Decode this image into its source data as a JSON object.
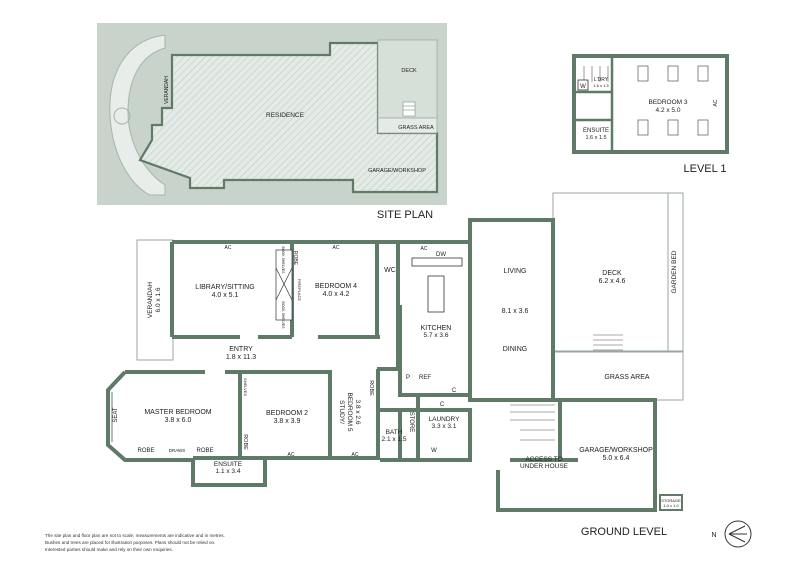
{
  "site_plan": {
    "title": "SITE PLAN",
    "labels": {
      "residence": "RESIDENCE",
      "verandah": "VERANDAH",
      "deck": "DECK",
      "grass": "GRASS AREA",
      "garage": "GARAGE/WORKSHOP"
    }
  },
  "level1": {
    "title": "LEVEL 1",
    "rooms": {
      "laundry_name": "L'DRY",
      "laundry_size": "1.6 x 1.5",
      "bedroom3_name": "BEDROOM 3",
      "bedroom3_size": "4.2 x 5.0",
      "ensuite_name": "ENSUITE",
      "ensuite_size": "1.6 x 1.5"
    },
    "fixtures": {
      "w": "W",
      "ac": "AC"
    }
  },
  "ground": {
    "title": "GROUND LEVEL",
    "rooms": {
      "verandah_name": "VERANDAH",
      "verandah_size": "6.0 x 1.6",
      "library_name": "LIBRARY/SITTING",
      "library_size": "4.0 x 5.1",
      "bedroom4_name": "BEDROOM 4",
      "bedroom4_size": "4.0 x 4.2",
      "wc": "WC",
      "kitchen_name": "KITCHEN",
      "kitchen_size": "5.7 x 3.6",
      "living_name": "LIVING",
      "living_size": "8.1 x 3.6",
      "dining_name": "DINING",
      "deck_name": "DECK",
      "deck_size": "6.2 x 4.6",
      "garden_bed": "GARDEN BED",
      "entry_name": "ENTRY",
      "entry_size": "1.8 x 11.3",
      "master_name": "MASTER BEDROOM",
      "master_size": "3.8 x 6.0",
      "bedroom2_name": "BEDROOM 2",
      "bedroom2_size": "3.8 x 3.9",
      "study_name": "STUDY/",
      "study_name2": "BEDROOM 5",
      "study_size": "3.8 x 2.6",
      "bath_name": "BATH",
      "bath_size": "2.1 x 1.5",
      "laundry_name": "LAUNDRY",
      "laundry_size": "3.3 x 3.1",
      "store": "STORE",
      "ensuite_name": "ENSUITE",
      "ensuite_size": "1.1 x 3.4",
      "grass_area": "GRASS AREA",
      "access_1": "ACCESS TO",
      "access_2": "UNDER HOUSE",
      "garage_name": "GARAGE/WORKSHOP",
      "garage_size": "5.0 x 6.4",
      "storage_name": "STORAGE",
      "storage_size": "1.0 x 1.0"
    },
    "fixtures": {
      "ac": "AC",
      "dw": "DW",
      "robe": "ROBE",
      "shelves": "SHELVES",
      "book_shelves": "BOOK SHELVES",
      "fireplace": "FIREPLACE",
      "seat": "SEAT",
      "draws": "DRAWS",
      "p": "P",
      "ref": "REF",
      "c": "C",
      "w": "W"
    }
  },
  "compass": {
    "letter": "N"
  },
  "disclaimer": [
    "The site plan and floor plan are not to scale; measurements are indicative and in metres.",
    "Bushes and trees are placed for illustration purposes. Plans should not be relied on.",
    "Interested parties should make and rely on their own enquiries."
  ],
  "colors": {
    "wall": "#5f7a66",
    "site_bg": "#c7d3cb",
    "hatch": "#b8c6bd",
    "text": "#222222"
  }
}
